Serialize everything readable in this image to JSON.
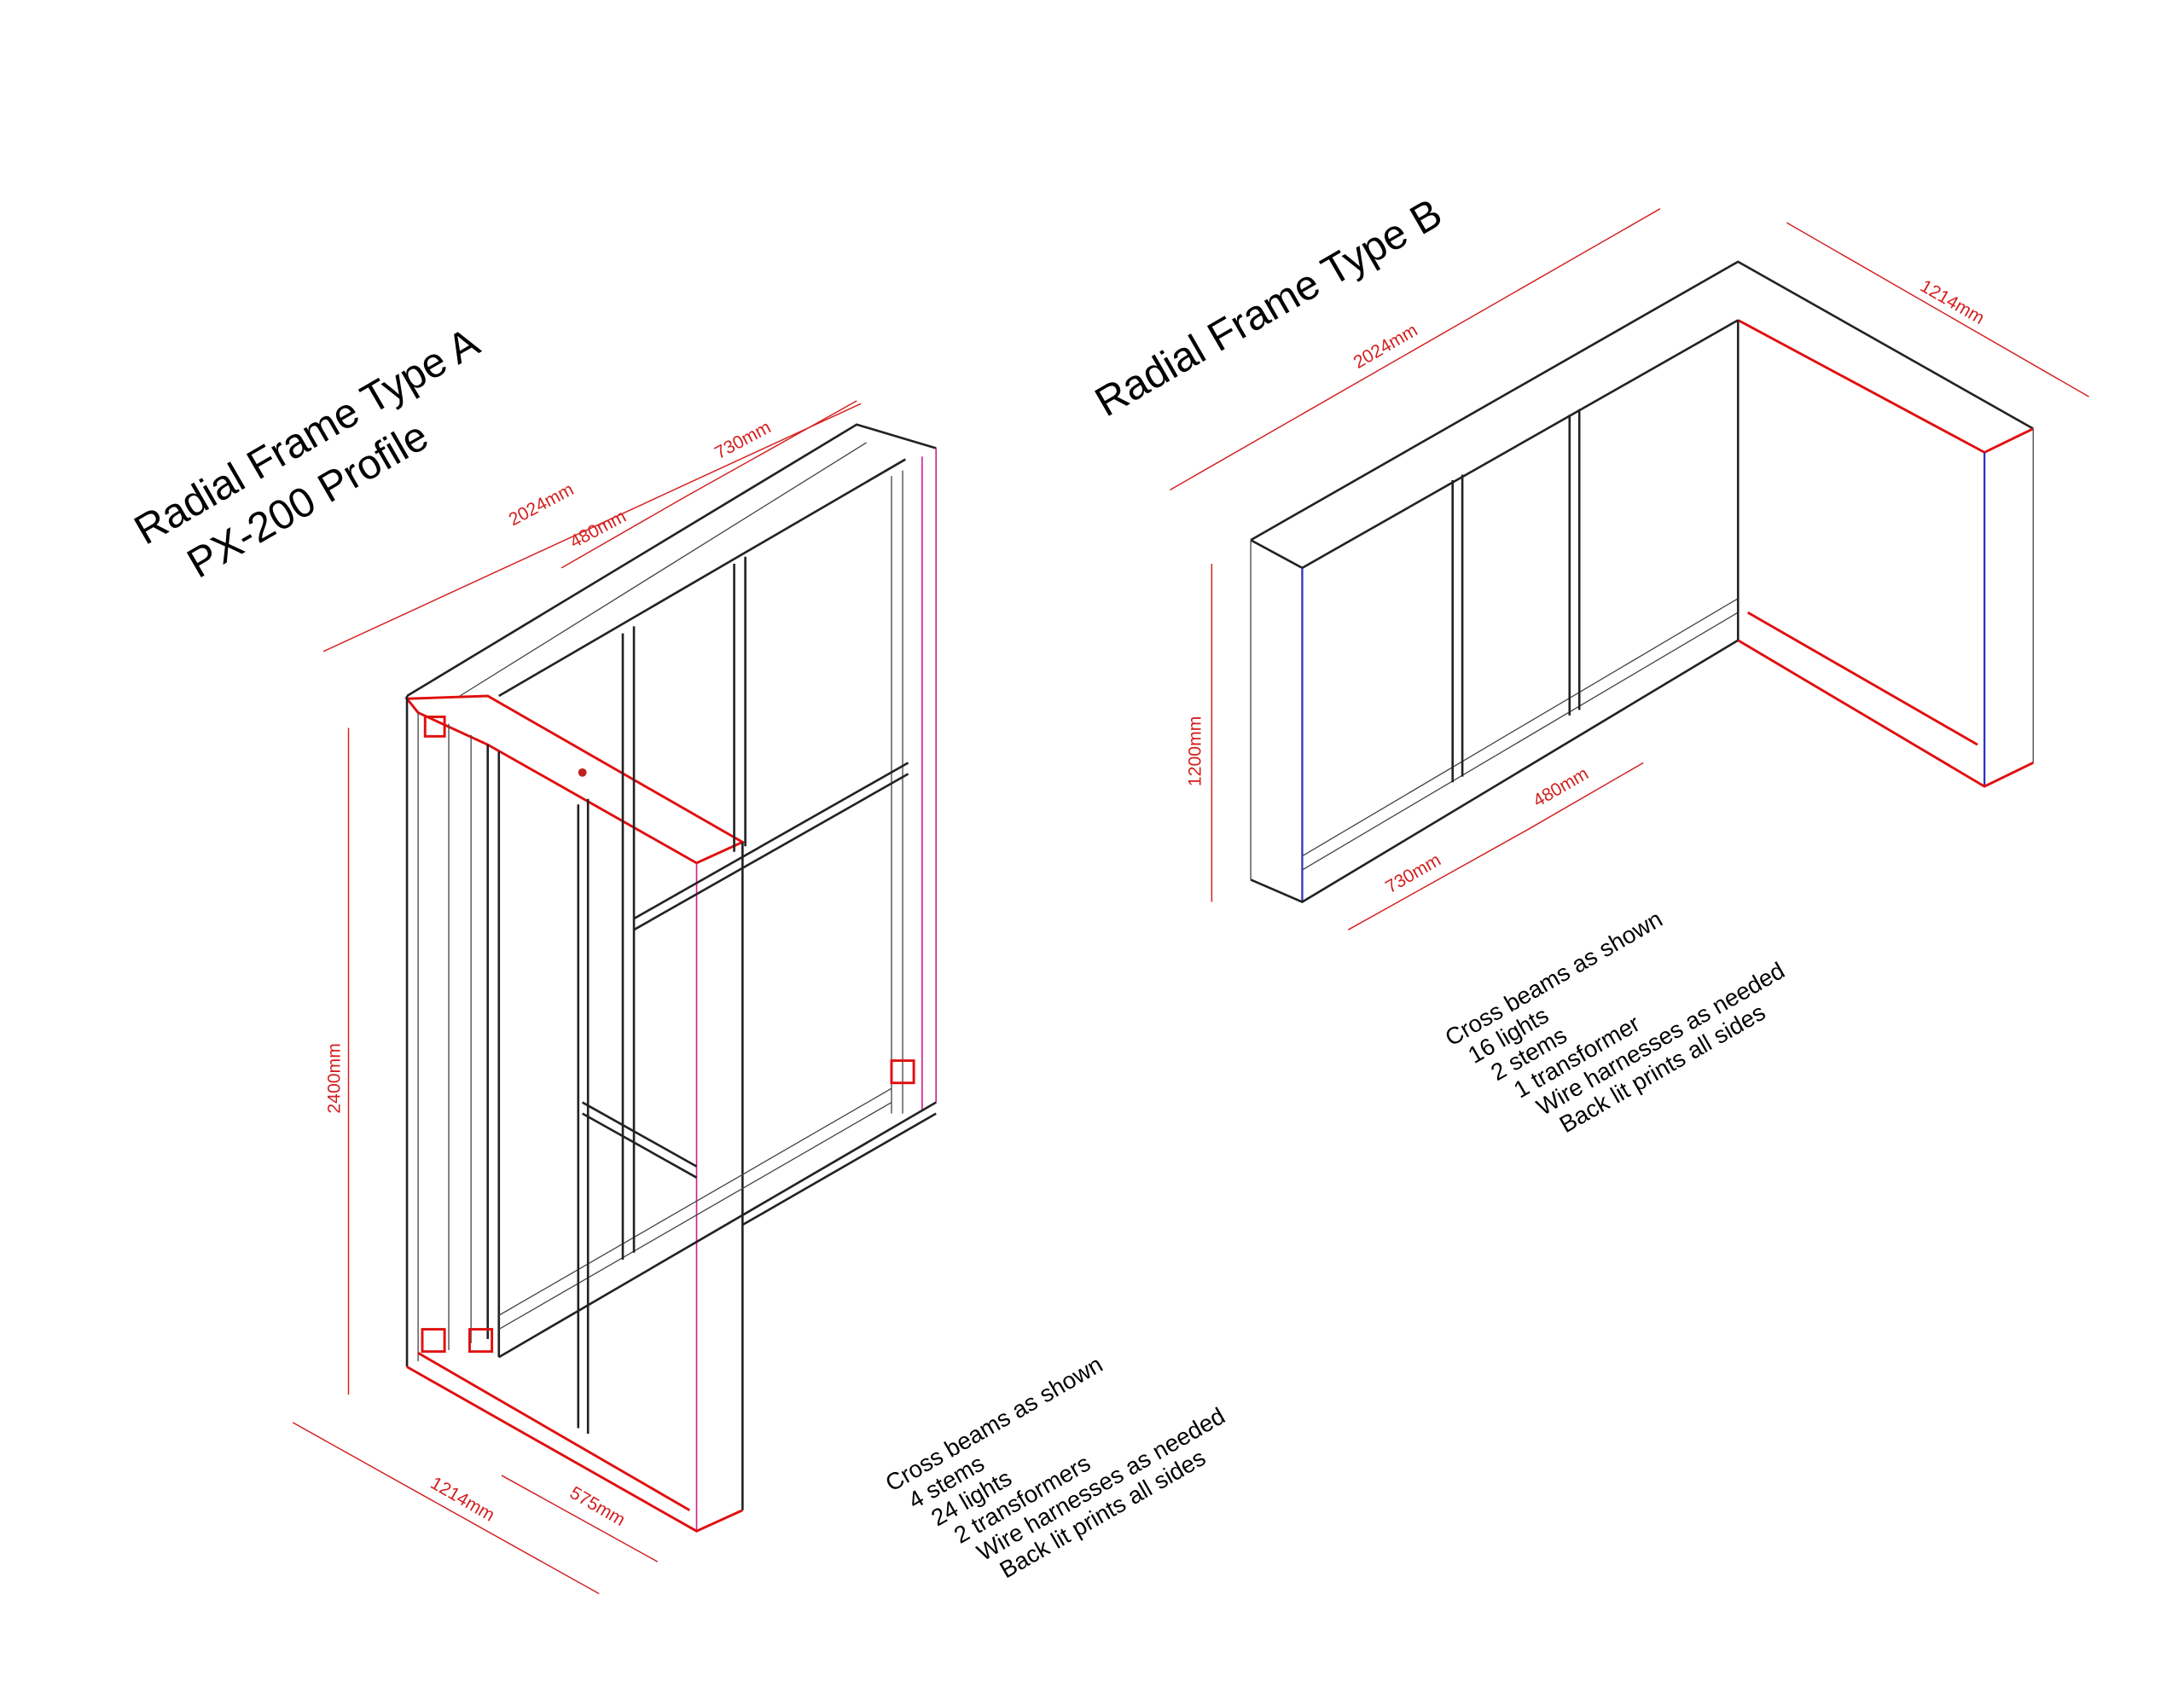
{
  "frame_a": {
    "title": "Radial Frame Type A",
    "subtitle": "PX-200 Profile",
    "dimensions": {
      "width": "2024mm",
      "section1": "480mm",
      "section2": "730mm",
      "height": "2400mm",
      "depth": "1214mm",
      "depth_part": "575mm"
    },
    "notes": [
      "Cross beams as shown",
      "4 stems",
      "24 lights",
      "2 transformers",
      "Wire harnesses as needed",
      "Back lit prints all sides"
    ]
  },
  "frame_b": {
    "title": "Radial Frame Type B",
    "dimensions": {
      "width": "2024mm",
      "depth": "1214mm",
      "height": "1200mm",
      "section1": "730mm",
      "section2": "480mm"
    },
    "notes": [
      "Cross beams as shown",
      "16 lights",
      "2 stems",
      "1 transformer",
      "Wire harnesses as needed",
      "Back lit prints all sides"
    ]
  },
  "colors": {
    "dimension": "#d42020",
    "edge": "#222222",
    "highlight": "#e01010",
    "blue_edge": "#3030c0"
  }
}
